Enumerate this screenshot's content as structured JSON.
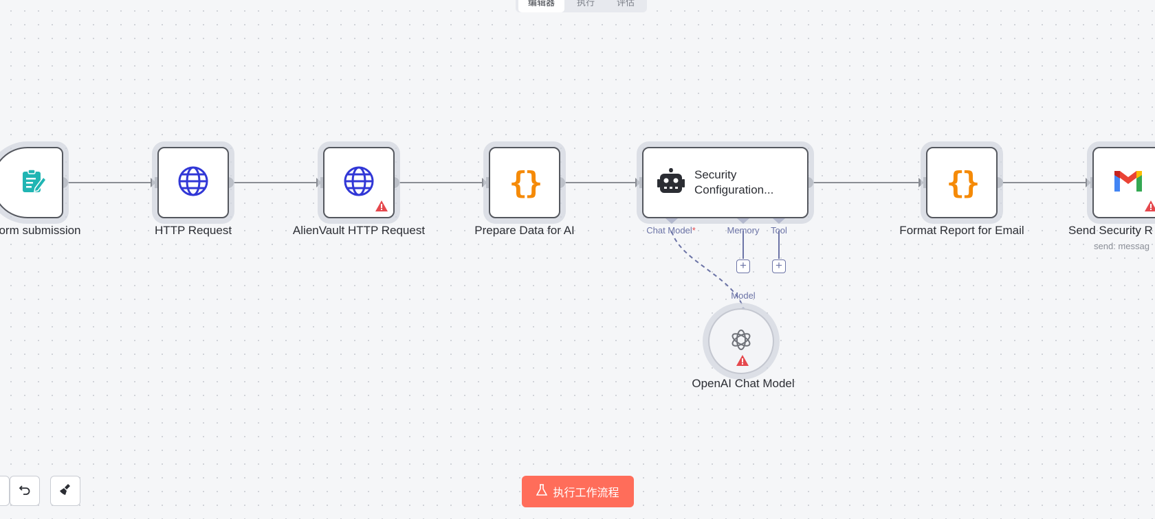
{
  "tabs": [
    {
      "label": "编辑器",
      "active": true
    },
    {
      "label": "执行",
      "active": false
    },
    {
      "label": "评估",
      "active": false
    }
  ],
  "nodes": {
    "form": {
      "label": "orm submission",
      "icon": "form-icon"
    },
    "http": {
      "label": "HTTP Request",
      "icon": "globe-icon"
    },
    "alienvault": {
      "label": "AlienVault HTTP Request",
      "icon": "globe-icon",
      "warning": true
    },
    "prepare": {
      "label": "Prepare Data for AI",
      "icon": "curly-braces-icon",
      "glyph": "{}"
    },
    "agent": {
      "title_line1": "Security",
      "title_line2": "Configuration...",
      "icon": "robot-icon"
    },
    "format": {
      "label": "Format Report for Email",
      "icon": "curly-braces-icon",
      "glyph": "{}"
    },
    "gmail": {
      "label": "Send Security R",
      "subtitle": "send: messag",
      "icon": "gmail-icon",
      "warning": true
    },
    "openai": {
      "label": "OpenAI Chat Model",
      "icon": "openai-icon",
      "warning": true
    }
  },
  "ports": {
    "chat_model": "Chat Model",
    "chat_model_required": "*",
    "memory": "Memory",
    "tool": "Tool",
    "model": "Model",
    "plus": "+"
  },
  "toolbar": {
    "run_label": "执行工作流程",
    "undo": "undo-icon",
    "clear": "broom-icon"
  },
  "colors": {
    "accent": "#ff6d5a",
    "connector": "#6b73a6",
    "globe": "#3137d6",
    "code": "#f58a07",
    "form": "#20b5b3",
    "warning": "#e5484d"
  }
}
